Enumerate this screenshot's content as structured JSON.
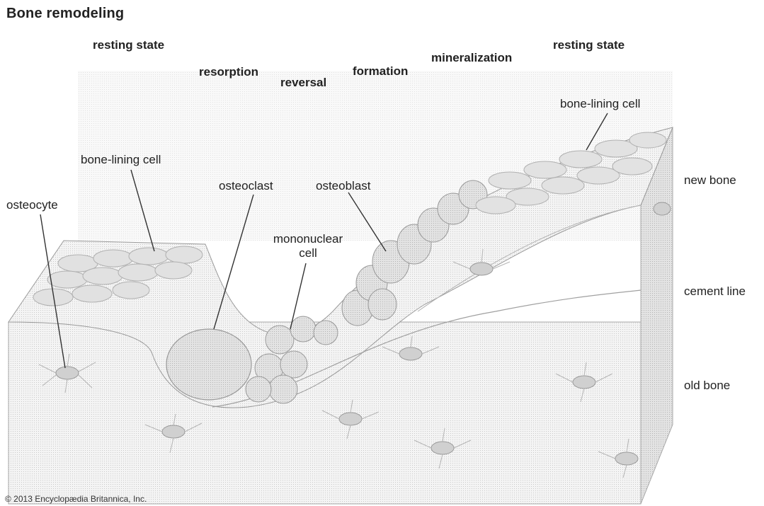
{
  "title": "Bone remodeling",
  "stages": {
    "resting_left": "resting state",
    "resorption": "resorption",
    "reversal": "reversal",
    "formation": "formation",
    "mineralization": "mineralization",
    "resting_right": "resting state"
  },
  "labels": {
    "osteocyte": "osteocyte",
    "bone_lining_left": "bone-lining cell",
    "osteoclast": "osteoclast",
    "osteoblast": "osteoblast",
    "mononuclear_line1": "mononuclear",
    "mononuclear_line2": "cell",
    "bone_lining_right": "bone-lining cell",
    "new_bone": "new bone",
    "cement_line": "cement line",
    "old_bone": "old bone"
  },
  "credit": "© 2013 Encyclopædia Britannica, Inc.",
  "colors": {
    "block_fill": "#f1f1f1",
    "block_side": "#e4e4e4",
    "cell_fill": "#dadada",
    "outline": "#9a9a9a",
    "leader": "#333333"
  }
}
